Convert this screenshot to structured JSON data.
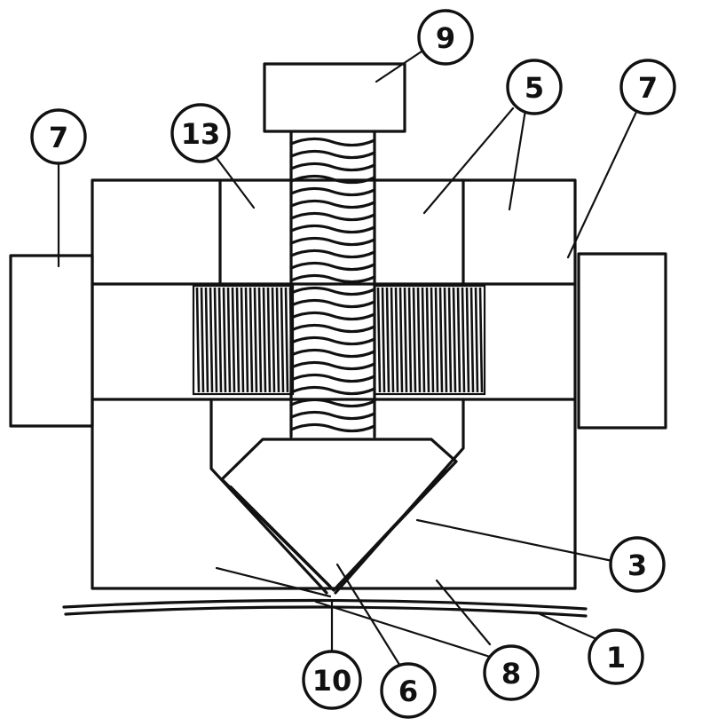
{
  "diagram": {
    "callouts": [
      {
        "id": "c9",
        "text": "9"
      },
      {
        "id": "c5",
        "text": "5"
      },
      {
        "id": "c7r",
        "text": "7"
      },
      {
        "id": "c7l",
        "text": "7"
      },
      {
        "id": "c13",
        "text": "13"
      },
      {
        "id": "c3",
        "text": "3"
      },
      {
        "id": "c1",
        "text": "1"
      },
      {
        "id": "c10",
        "text": "10"
      },
      {
        "id": "c6",
        "text": "6"
      },
      {
        "id": "c8",
        "text": "8"
      }
    ]
  }
}
